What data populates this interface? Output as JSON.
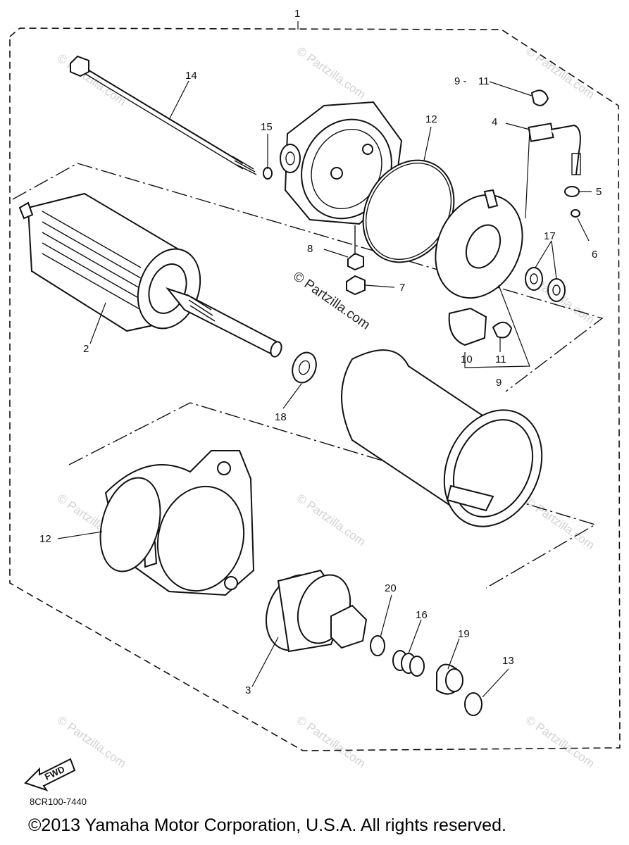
{
  "diagram": {
    "callouts": [
      "1",
      "2",
      "3",
      "4",
      "5",
      "6",
      "7",
      "8",
      "9",
      "10",
      "11",
      "12",
      "13",
      "14",
      "15",
      "16",
      "17",
      "18",
      "19",
      "20"
    ],
    "callout_9_bracket": "9 -",
    "watermark": "© Partzilla.com",
    "fwd_label": "FWD",
    "drawing_code": "8CR100-7440"
  },
  "footer": {
    "copyright": "©2013 Yamaha Motor Corporation, U.S.A. All rights reserved."
  }
}
